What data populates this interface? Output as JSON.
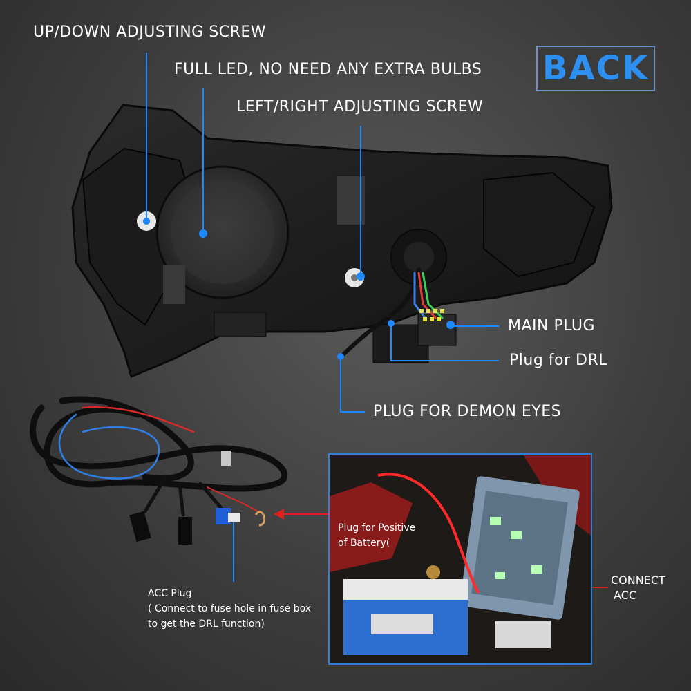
{
  "labels": {
    "up_down": "UP/DOWN ADJUSTING SCREW",
    "full_led": "FULL LED, NO NEED ANY EXTRA BULBS",
    "left_right": "LEFT/RIGHT ADJUSTING SCREW",
    "back": "BACK",
    "main_plug": "MAIN PLUG",
    "plug_drl": "Plug for DRL",
    "plug_demon": "PLUG FOR DEMON EYES",
    "plug_positive_1": "Plug for Positive",
    "plug_positive_2": "of Battery(",
    "connect_1": "CONNECT",
    "connect_2": "ACC",
    "acc_1": "ACC Plug",
    "acc_2": "( Connect to fuse hole in fuse box",
    "acc_3": "to get the DRL function)"
  },
  "colors": {
    "accent_blue": "#2d8ff0",
    "marker_blue": "#1e88ff",
    "arrow_red": "#e02020"
  }
}
